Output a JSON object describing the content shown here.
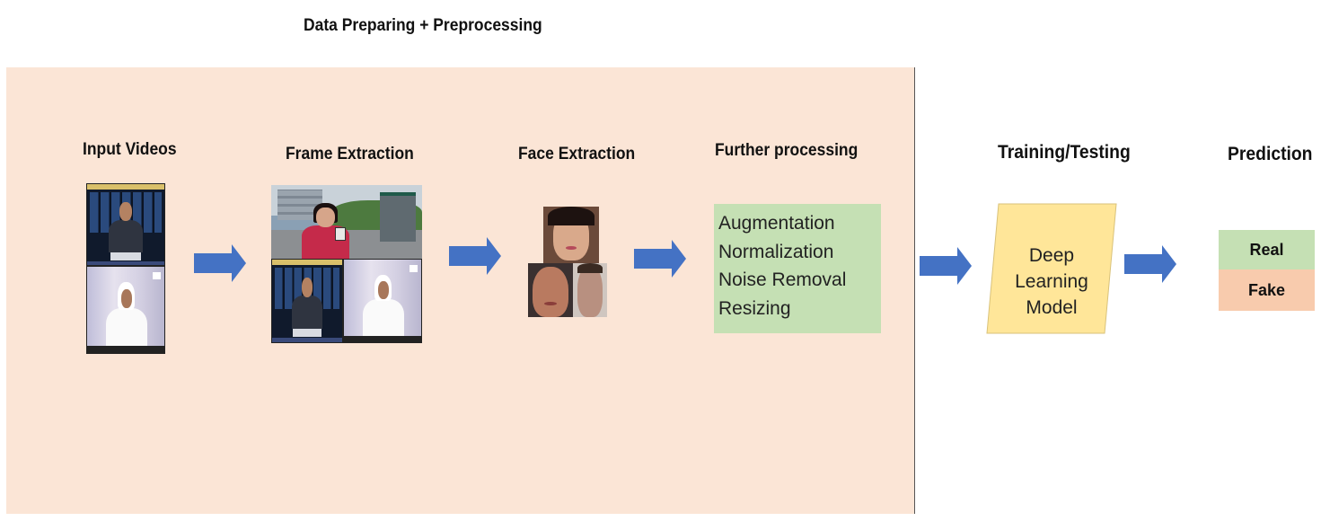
{
  "title": "Data Preparing + Preprocessing",
  "stages": {
    "input_videos": "Input Videos",
    "frame_extraction": "Frame Extraction",
    "face_extraction": "Face Extraction",
    "further_processing": "Further processing",
    "training_testing": "Training/Testing",
    "prediction": "Prediction"
  },
  "processing_steps": [
    "Augmentation",
    "Normalization",
    "Noise Removal",
    "Resizing"
  ],
  "model": {
    "line1": "Deep Learning",
    "line2": "Model"
  },
  "outputs": {
    "real": "Real",
    "fake": "Fake"
  },
  "colors": {
    "panel": "#fbe5d6",
    "arrow": "#4472c4",
    "processing_box": "#c5e0b4",
    "model_box": "#ffe699",
    "real": "#c5e0b4",
    "fake": "#f8cbad"
  }
}
